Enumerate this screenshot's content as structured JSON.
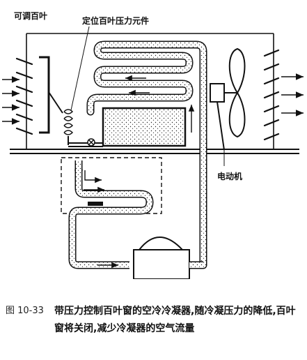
{
  "labels": {
    "louver": "可调百叶",
    "pressure_element": "定位百叶压力元件",
    "motor": "电动机"
  },
  "caption": {
    "number": "图 10-33",
    "text": "带压力控制百叶窗的空冷冷凝器,随冷凝压力的降低,百叶窗将关闭,减少冷凝器的空气流量"
  },
  "colors": {
    "line": "#111111",
    "background": "#ffffff"
  }
}
